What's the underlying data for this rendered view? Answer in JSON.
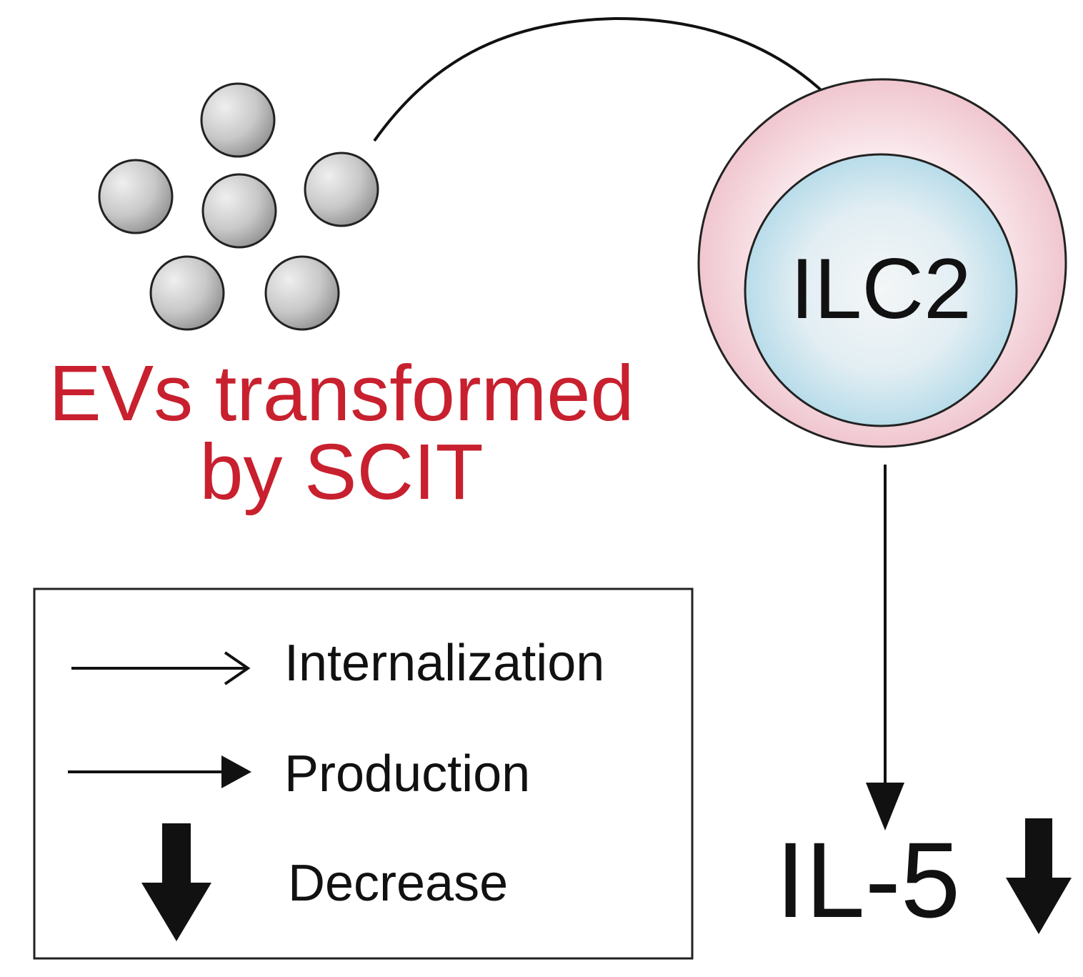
{
  "source": {
    "label_line1": "EVs transformed",
    "label_line2": "by SCIT",
    "vesicle_count": 6,
    "color": "#c8202e"
  },
  "target_cell": {
    "label": "ILC2"
  },
  "product": {
    "label": "IL-5"
  },
  "legend": {
    "items": [
      {
        "icon": "open-arrow-icon",
        "label": "Internalization"
      },
      {
        "icon": "filled-arrow-icon",
        "label": "Production"
      },
      {
        "icon": "thick-down-arrow-icon",
        "label": "Decrease"
      }
    ]
  },
  "colors": {
    "text_red": "#c8202e",
    "cell_membrane": "#f2c8d0",
    "nucleus": "#c9e3ee",
    "vesicle": "#b8b8b8"
  }
}
